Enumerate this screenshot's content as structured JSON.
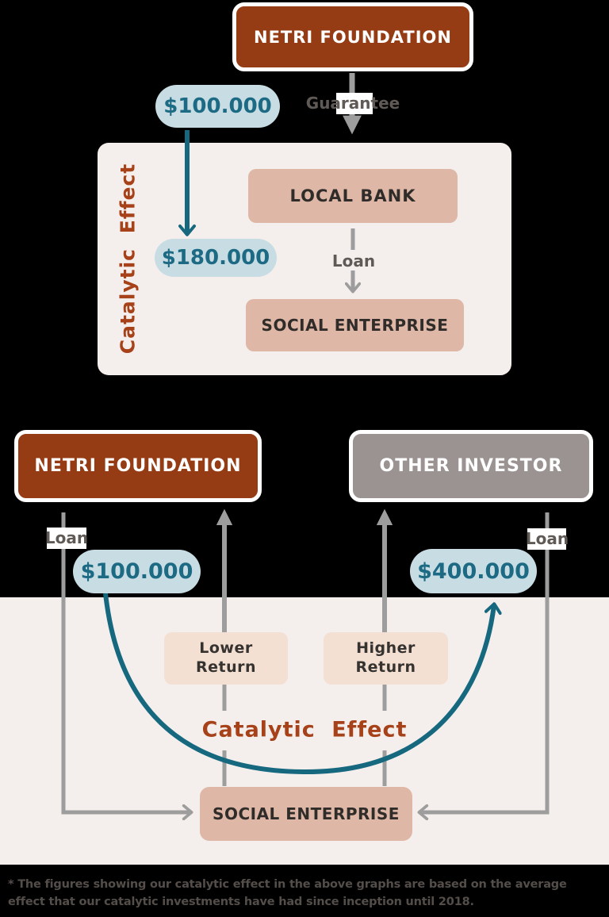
{
  "colors": {
    "background": "#000000",
    "rust_box": "#963C14",
    "gray_box": "#9B9391",
    "panel": "#F4EFEC",
    "salmon_box": "#DEB7A6",
    "light_pink_box": "#F3E0D2",
    "blue_pill": "#C8DDE3",
    "teal_accent": "#16687F",
    "arrow_gray": "#9D9D9D",
    "flow_label_gray": "#5F5A56",
    "rust_heading": "#A64119",
    "footnote_text": "#544E4A"
  },
  "top_diagram": {
    "netri_foundation_label": "NETRI FOUNDATION",
    "guarantee_label": "Guarantee",
    "guarantee_amount": "$100.000",
    "catalytic_effect_label": "Catalytic Effect",
    "local_bank_label": "LOCAL BANK",
    "loan_label": "Loan",
    "leveraged_amount": "$180.000",
    "social_enterprise_label": "SOCIAL ENTERPRISE"
  },
  "bottom_diagram": {
    "netri_foundation_label": "NETRI FOUNDATION",
    "other_investor_label": "OTHER INVESTOR",
    "loan_label_left": "Loan",
    "loan_label_right": "Loan",
    "netri_amount": "$100.000",
    "other_amount": "$400.000",
    "lower_return_label": "Lower Return",
    "higher_return_label": "Higher Return",
    "catalytic_effect_label": "Catalytic Effect",
    "social_enterprise_label": "SOCIAL ENTERPRISE"
  },
  "footnote": "* The figures showing our catalytic effect in the above graphs are based on the average effect that our catalytic investments have had since inception until 2018."
}
